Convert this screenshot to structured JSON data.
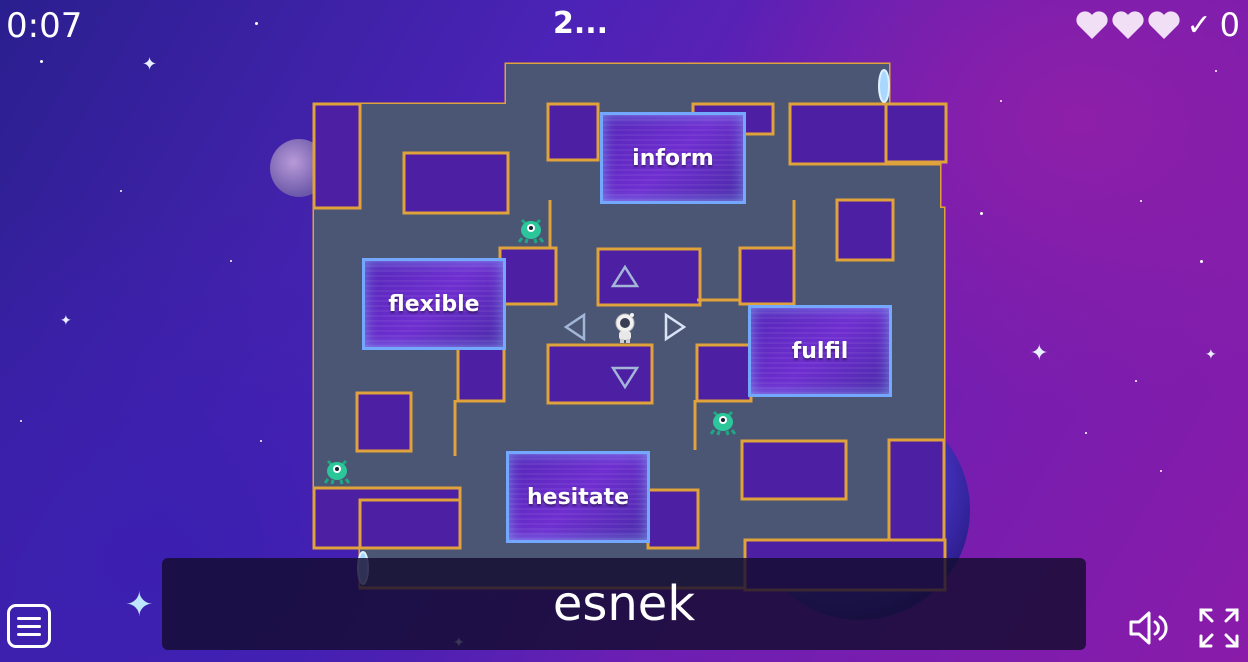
{
  "hud": {
    "timer": "0:07",
    "question_count": "2...",
    "lives": 3,
    "score": "0"
  },
  "words": {
    "inform": "inform",
    "flexible": "flexible",
    "fulfil": "fulfil",
    "hesitate": "hesitate"
  },
  "prompt": {
    "text": "esnek"
  },
  "icons": {
    "menu": "menu-icon",
    "sound": "speaker-icon",
    "fullscreen": "fullscreen-icon",
    "heart": "heart-icon",
    "check": "check-icon",
    "player": "astronaut-icon",
    "enemy": "alien-icon"
  },
  "colors": {
    "maze_floor": "#4a5673",
    "maze_wall": "#e0a23a",
    "word_border": "#74a8ff",
    "heart": "#f0dff5"
  }
}
